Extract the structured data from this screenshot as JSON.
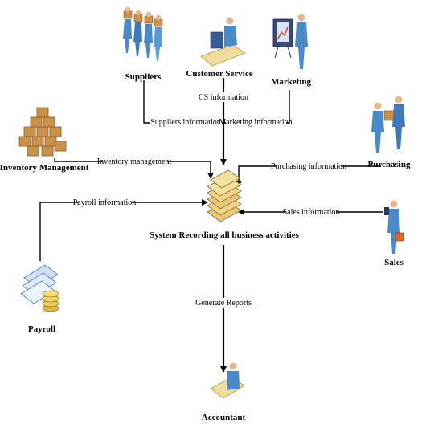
{
  "nodes": {
    "suppliers": "Suppliers",
    "customer_service": "Customer Service",
    "marketing": "Marketing",
    "inventory_management": "Inventory Management",
    "purchasing": "Purchasing",
    "system": "System Recording all business activities",
    "sales": "Sales",
    "payroll": "Payroll",
    "accountant": "Accountant"
  },
  "edges": {
    "cs_information": "CS information",
    "suppliers_information": "Suppliers information",
    "marketing_information": "Marketing information",
    "inventory_management": "Inventory management",
    "purchasing_information": "Purchasing information",
    "payroll_information": "Payroll information",
    "sales_information": "Sales information",
    "generate_reports": "Generate Reports"
  },
  "colors": {
    "person_body": "#4a8ac8",
    "person_head": "#e8b88a",
    "box_tan": "#c8924a",
    "box_dark": "#8a5a28",
    "paper": "#f2dc9c",
    "easel": "#3a4a78"
  }
}
